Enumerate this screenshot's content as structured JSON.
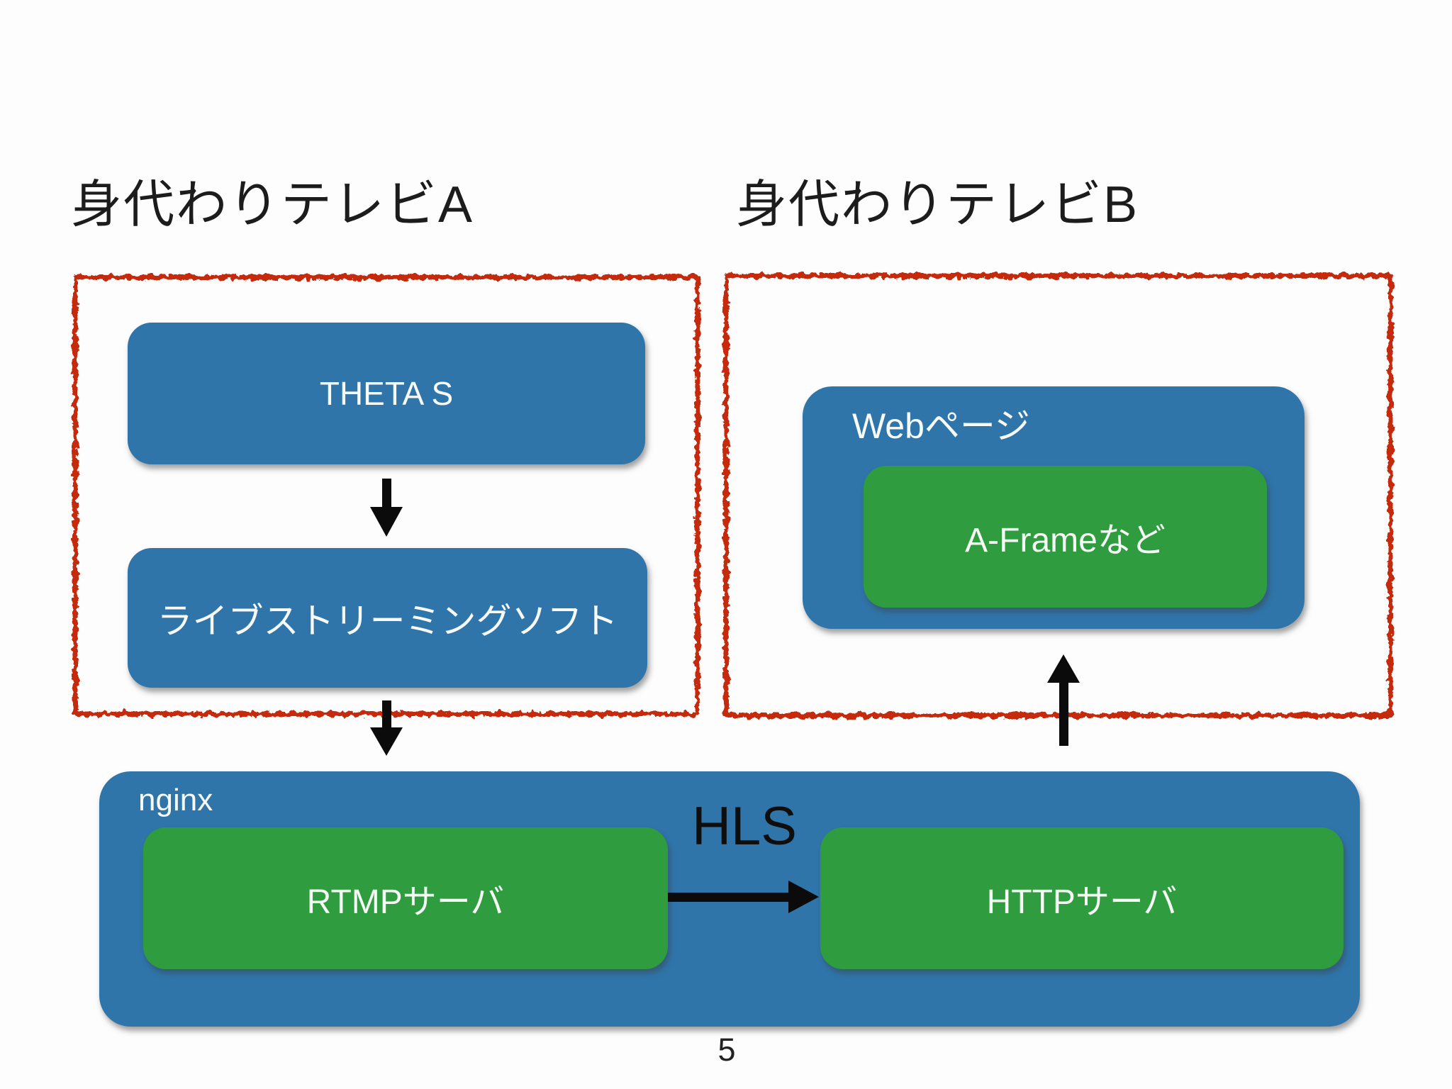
{
  "slide": {
    "page_number": "5"
  },
  "titles": {
    "left": "身代わりテレビA",
    "right": "身代わりテレビB"
  },
  "left_group": {
    "theta_label": "THETA S",
    "streaming_label": "ライブストリーミングソフト"
  },
  "right_group": {
    "web_label": "Webページ",
    "aframe_label": "A-Frameなど"
  },
  "nginx_group": {
    "nginx_label": "nginx",
    "rtmp_label": "RTMPサーバ",
    "http_label": "HTTPサーバ",
    "hls_label": "HLS"
  },
  "colors": {
    "box_blue": "#2f75aa",
    "box_green": "#2f9c3f",
    "frame_red": "#c52a10",
    "arrow_black": "#0b0b0b",
    "text_light": "#f8faf8",
    "text_dark": "#1c1c1c"
  }
}
